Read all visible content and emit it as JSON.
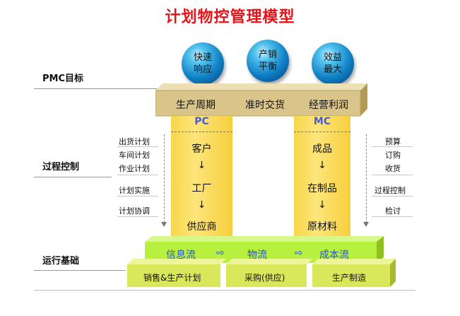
{
  "title": "计划物控管理模型",
  "sections": {
    "goal": "PMC目标",
    "process": "过程控制",
    "foundation": "运行基础"
  },
  "spheres": [
    {
      "line1": "快速",
      "line2": "响应"
    },
    {
      "line1": "产销",
      "line2": "平衡"
    },
    {
      "line1": "效益",
      "line2": "最大"
    }
  ],
  "goal_band": [
    "生产周期",
    "准时交货",
    "经营利润"
  ],
  "pc_column": {
    "header": "PC",
    "items": [
      "客户",
      "↓",
      "工厂",
      "↓",
      "供应商"
    ]
  },
  "mc_column": {
    "header": "MC",
    "items": [
      "成品",
      "↓",
      "在制品",
      "↓",
      "原材料"
    ]
  },
  "left_notes": [
    "出货计划",
    "车间计划",
    "作业计划",
    "计划实施",
    "计划协调"
  ],
  "right_notes": [
    "预算",
    "订购",
    "收货",
    "过程控制",
    "检讨"
  ],
  "flows": [
    "信息流",
    "⇨",
    "物流",
    "⇨",
    "成本流"
  ],
  "base_blocks": [
    "销售&生产计划",
    "采购(供应)",
    "生产制造"
  ],
  "colors": {
    "title": "#e3151b",
    "band": "#d9c48a",
    "column": "#f7d64b",
    "flow": "#b8f040",
    "base": "#d8e85a",
    "sphere": "#0f7fc4"
  }
}
